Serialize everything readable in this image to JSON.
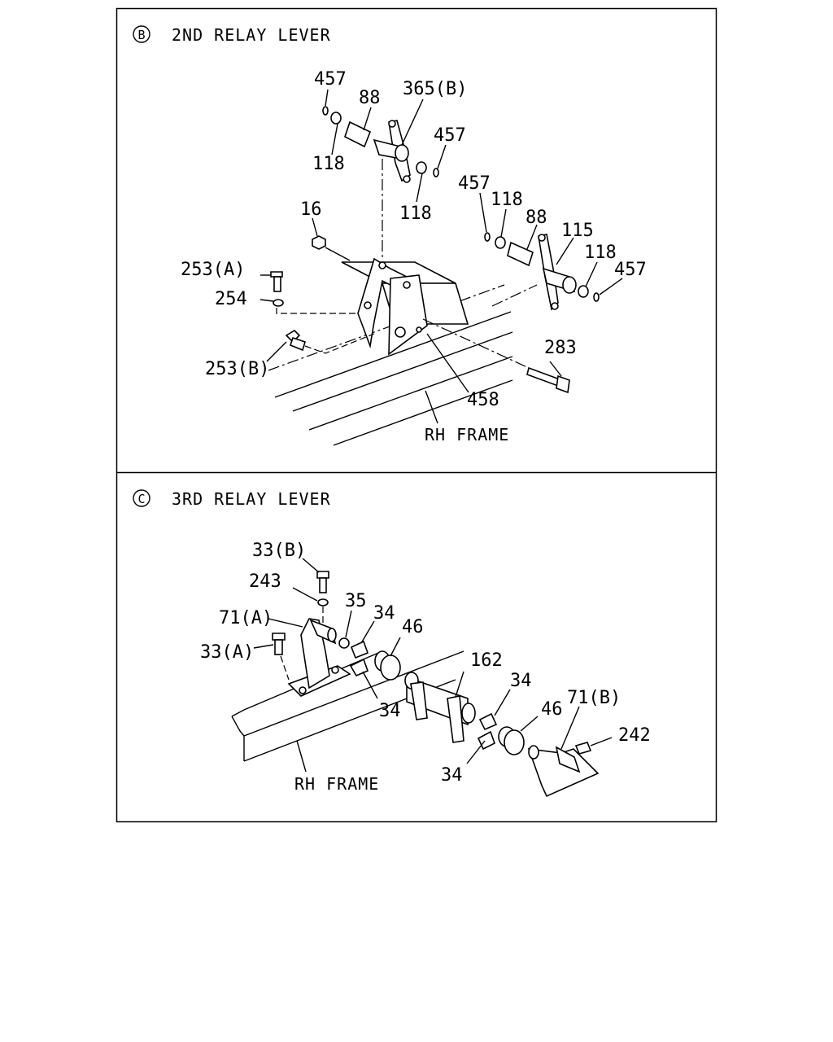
{
  "panels": {
    "b": {
      "circle_letter": "B",
      "title": "2ND RELAY LEVER",
      "frame_label": "RH FRAME",
      "callouts": {
        "p457_a": "457",
        "p88_a": "88",
        "p365b": "365(B)",
        "p118_a": "118",
        "p457_b": "457",
        "p118_b": "118",
        "p16": "16",
        "p457_c": "457",
        "p118_c": "118",
        "p88_b": "88",
        "p115": "115",
        "p118_d": "118",
        "p457_d": "457",
        "p253a": "253(A)",
        "p254": "254",
        "p253b": "253(B)",
        "p283": "283",
        "p458": "458"
      }
    },
    "c": {
      "circle_letter": "C",
      "title": "3RD RELAY LEVER",
      "frame_label": "RH FRAME",
      "callouts": {
        "p33b": "33(B)",
        "p243": "243",
        "p71a": "71(A)",
        "p35": "35",
        "p34_a": "34",
        "p46_a": "46",
        "p33a": "33(A)",
        "p34_b": "34",
        "p162": "162",
        "p34_c": "34",
        "p46_b": "46",
        "p71b": "71(B)",
        "p242": "242",
        "p34_d": "34"
      }
    }
  }
}
